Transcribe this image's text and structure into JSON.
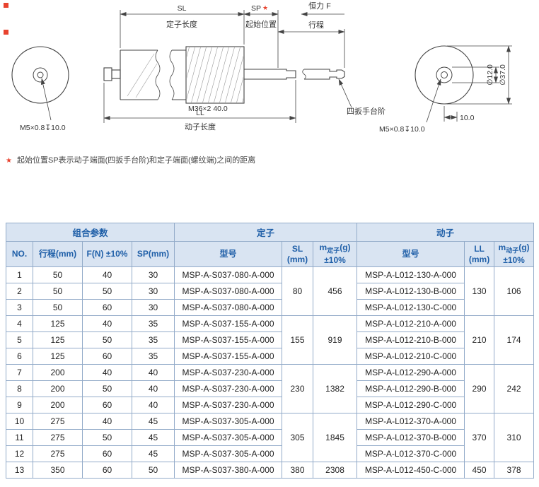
{
  "colors": {
    "star_red": "#e8432f",
    "header_text_blue": "#1f5fa8",
    "header_bg_blue": "#d9e4f2",
    "table_border_blue": "#93abc9",
    "drawing_line": "#444444"
  },
  "drawing": {
    "labels": {
      "sl": "SL",
      "stator_length": "定子长度",
      "sp": "SP",
      "star": "★",
      "start_position": "起始位置",
      "constant_force": "恒力 F",
      "stroke": "行程",
      "thread_spec": "M36×2 40.0",
      "ll": "LL",
      "mover_length": "动子长度",
      "wrench_step": "四扳手台阶",
      "tap_left": "M5×0.8↧10.0",
      "tap_right": "M5×0.8↧10.0",
      "dim_10": "10.0",
      "dia_12": "∅12.0",
      "dia_37": "∅37.0"
    }
  },
  "note": {
    "star": "★",
    "text": "起始位置SP表示动子端面(四扳手台阶)和定子端面(螺纹端)之间的距离"
  },
  "table": {
    "groups": [
      "组合参数",
      "定子",
      "动子"
    ],
    "columns": {
      "no": "NO.",
      "stroke": "行程(mm)",
      "force": "F(N) ±10%",
      "sp": "SP(mm)",
      "stator_model": "型号",
      "sl_line1": "SL",
      "sl_line2": "(mm)",
      "m_stator": {
        "prefix": "m",
        "sub": "定子",
        "suffix": "(g)",
        "line2": "±10%"
      },
      "mover_model": "型号",
      "ll_line1": "LL",
      "ll_line2": "(mm)",
      "m_mover": {
        "prefix": "m",
        "sub": "动子",
        "suffix": "(g)",
        "line2": "±10%"
      }
    },
    "rows": [
      {
        "no": "1",
        "stroke": "50",
        "f": "40",
        "sp": "30",
        "stator_model": "MSP-A-S037-080-A-000",
        "mover_model": "MSP-A-L012-130-A-000"
      },
      {
        "no": "2",
        "stroke": "50",
        "f": "50",
        "sp": "30",
        "stator_model": "MSP-A-S037-080-A-000",
        "mover_model": "MSP-A-L012-130-B-000"
      },
      {
        "no": "3",
        "stroke": "50",
        "f": "60",
        "sp": "30",
        "stator_model": "MSP-A-S037-080-A-000",
        "mover_model": "MSP-A-L012-130-C-000"
      },
      {
        "no": "4",
        "stroke": "125",
        "f": "40",
        "sp": "35",
        "stator_model": "MSP-A-S037-155-A-000",
        "mover_model": "MSP-A-L012-210-A-000"
      },
      {
        "no": "5",
        "stroke": "125",
        "f": "50",
        "sp": "35",
        "stator_model": "MSP-A-S037-155-A-000",
        "mover_model": "MSP-A-L012-210-B-000"
      },
      {
        "no": "6",
        "stroke": "125",
        "f": "60",
        "sp": "35",
        "stator_model": "MSP-A-S037-155-A-000",
        "mover_model": "MSP-A-L012-210-C-000"
      },
      {
        "no": "7",
        "stroke": "200",
        "f": "40",
        "sp": "40",
        "stator_model": "MSP-A-S037-230-A-000",
        "mover_model": "MSP-A-L012-290-A-000"
      },
      {
        "no": "8",
        "stroke": "200",
        "f": "50",
        "sp": "40",
        "stator_model": "MSP-A-S037-230-A-000",
        "mover_model": "MSP-A-L012-290-B-000"
      },
      {
        "no": "9",
        "stroke": "200",
        "f": "60",
        "sp": "40",
        "stator_model": "MSP-A-S037-230-A-000",
        "mover_model": "MSP-A-L012-290-C-000"
      },
      {
        "no": "10",
        "stroke": "275",
        "f": "40",
        "sp": "45",
        "stator_model": "MSP-A-S037-305-A-000",
        "mover_model": "MSP-A-L012-370-A-000"
      },
      {
        "no": "11",
        "stroke": "275",
        "f": "50",
        "sp": "45",
        "stator_model": "MSP-A-S037-305-A-000",
        "mover_model": "MSP-A-L012-370-B-000"
      },
      {
        "no": "12",
        "stroke": "275",
        "f": "60",
        "sp": "45",
        "stator_model": "MSP-A-S037-305-A-000",
        "mover_model": "MSP-A-L012-370-C-000"
      },
      {
        "no": "13",
        "stroke": "350",
        "f": "60",
        "sp": "50",
        "stator_model": "MSP-A-S037-380-A-000",
        "mover_model": "MSP-A-L012-450-C-000"
      }
    ],
    "merged": [
      {
        "start": 0,
        "span": 3,
        "sl": "80",
        "m_stator": "456",
        "ll": "130",
        "m_mover": "106"
      },
      {
        "start": 3,
        "span": 3,
        "sl": "155",
        "m_stator": "919",
        "ll": "210",
        "m_mover": "174"
      },
      {
        "start": 6,
        "span": 3,
        "sl": "230",
        "m_stator": "1382",
        "ll": "290",
        "m_mover": "242"
      },
      {
        "start": 9,
        "span": 3,
        "sl": "305",
        "m_stator": "1845",
        "ll": "370",
        "m_mover": "310"
      },
      {
        "start": 12,
        "span": 1,
        "sl": "380",
        "m_stator": "2308",
        "ll": "450",
        "m_mover": "378"
      }
    ]
  }
}
